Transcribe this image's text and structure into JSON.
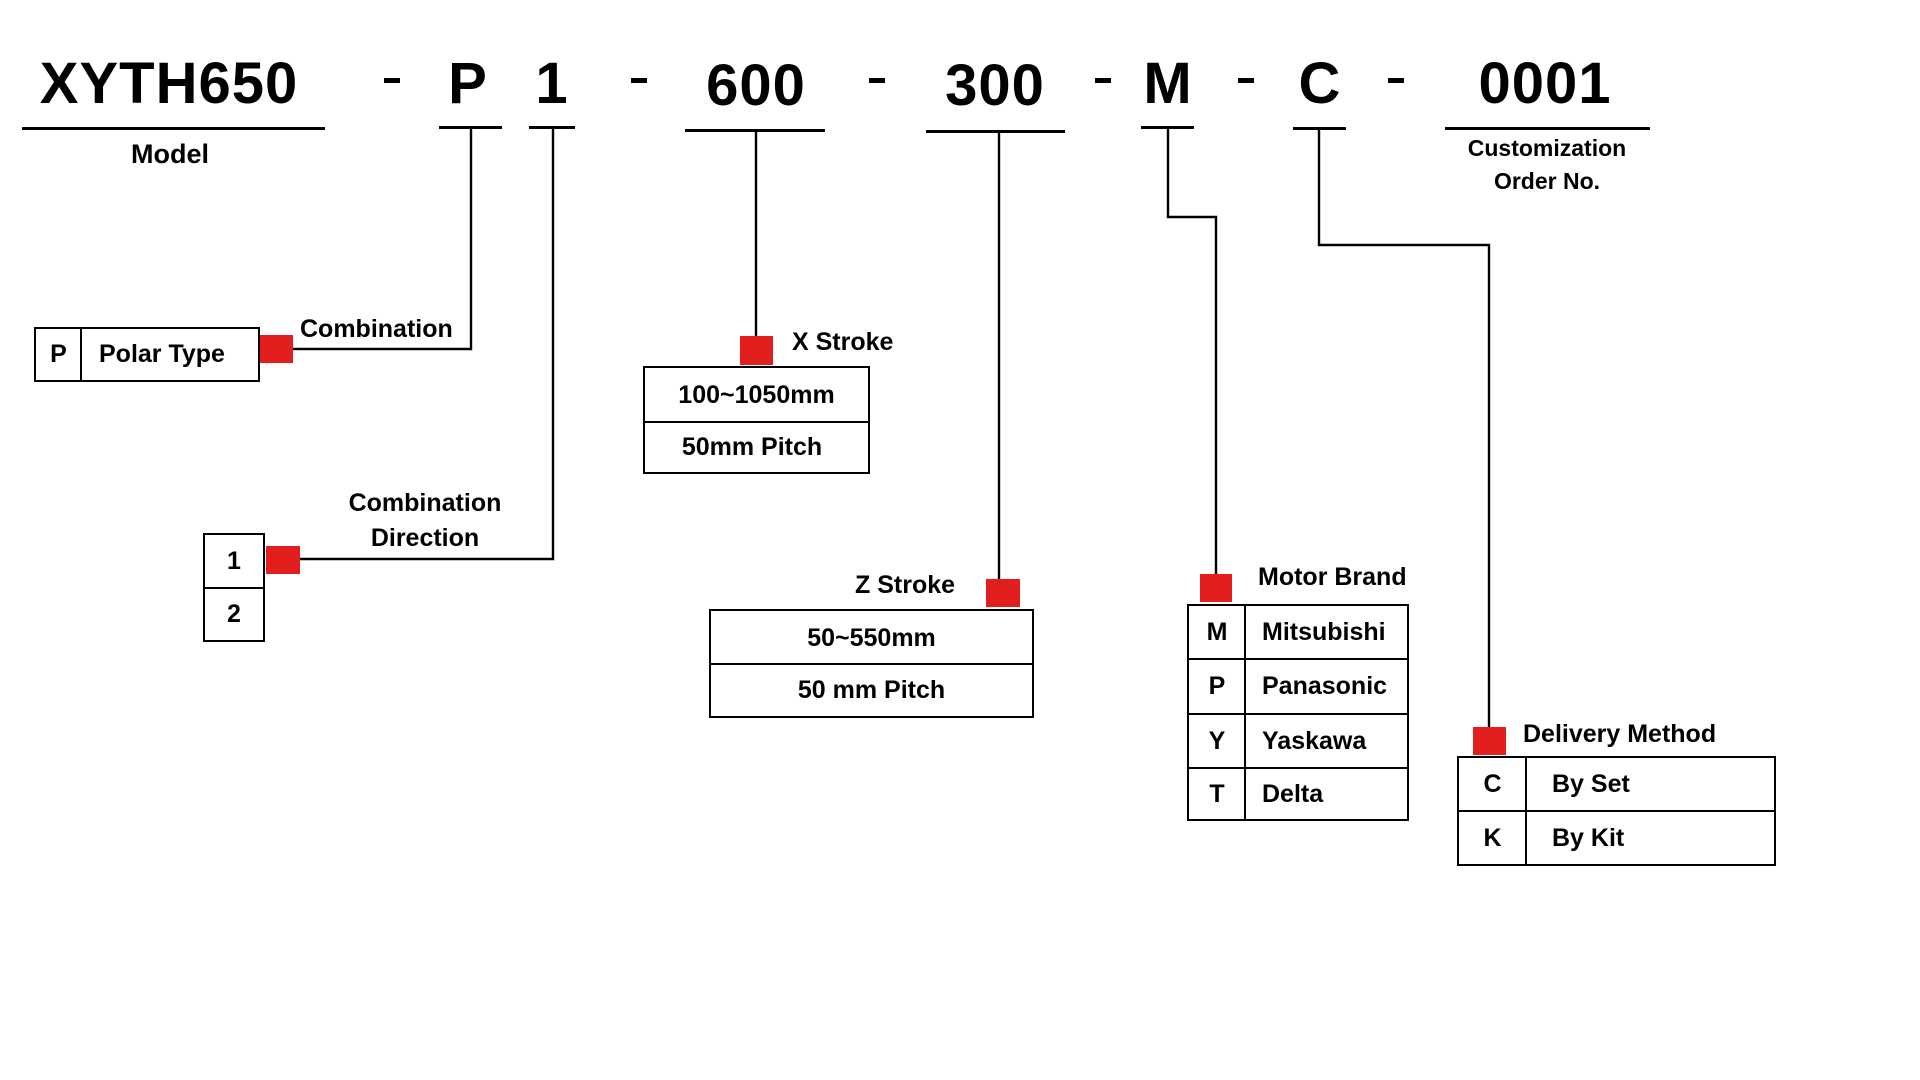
{
  "code": {
    "model": "XYTH650",
    "combination": "P",
    "direction": "1",
    "x_stroke": "600",
    "z_stroke": "300",
    "motor": "M",
    "delivery": "C",
    "order_no": "0001",
    "separator": "-"
  },
  "labels": {
    "model": "Model",
    "order_no_line1": "Customization",
    "order_no_line2": "Order No."
  },
  "combination": {
    "title": "Combination",
    "options": [
      {
        "code": "P",
        "name": "Polar Type"
      }
    ]
  },
  "combination_direction": {
    "title_line1": "Combination",
    "title_line2": "Direction",
    "options": [
      "1",
      "2"
    ]
  },
  "x_stroke": {
    "title": "X Stroke",
    "rows": [
      "100~1050mm",
      "50mm Pitch"
    ]
  },
  "z_stroke": {
    "title": "Z Stroke",
    "rows": [
      "50~550mm",
      "50 mm Pitch"
    ]
  },
  "motor_brand": {
    "title": "Motor Brand",
    "options": [
      {
        "code": "M",
        "name": "Mitsubishi"
      },
      {
        "code": "P",
        "name": "Panasonic"
      },
      {
        "code": "Y",
        "name": "Yaskawa"
      },
      {
        "code": "T",
        "name": "Delta"
      }
    ]
  },
  "delivery_method": {
    "title": "Delivery Method",
    "options": [
      {
        "code": "C",
        "name": "By Set"
      },
      {
        "code": "K",
        "name": "By Kit"
      }
    ]
  },
  "colors": {
    "marker": "#e31e1e",
    "line": "#000000",
    "background": "#ffffff"
  }
}
